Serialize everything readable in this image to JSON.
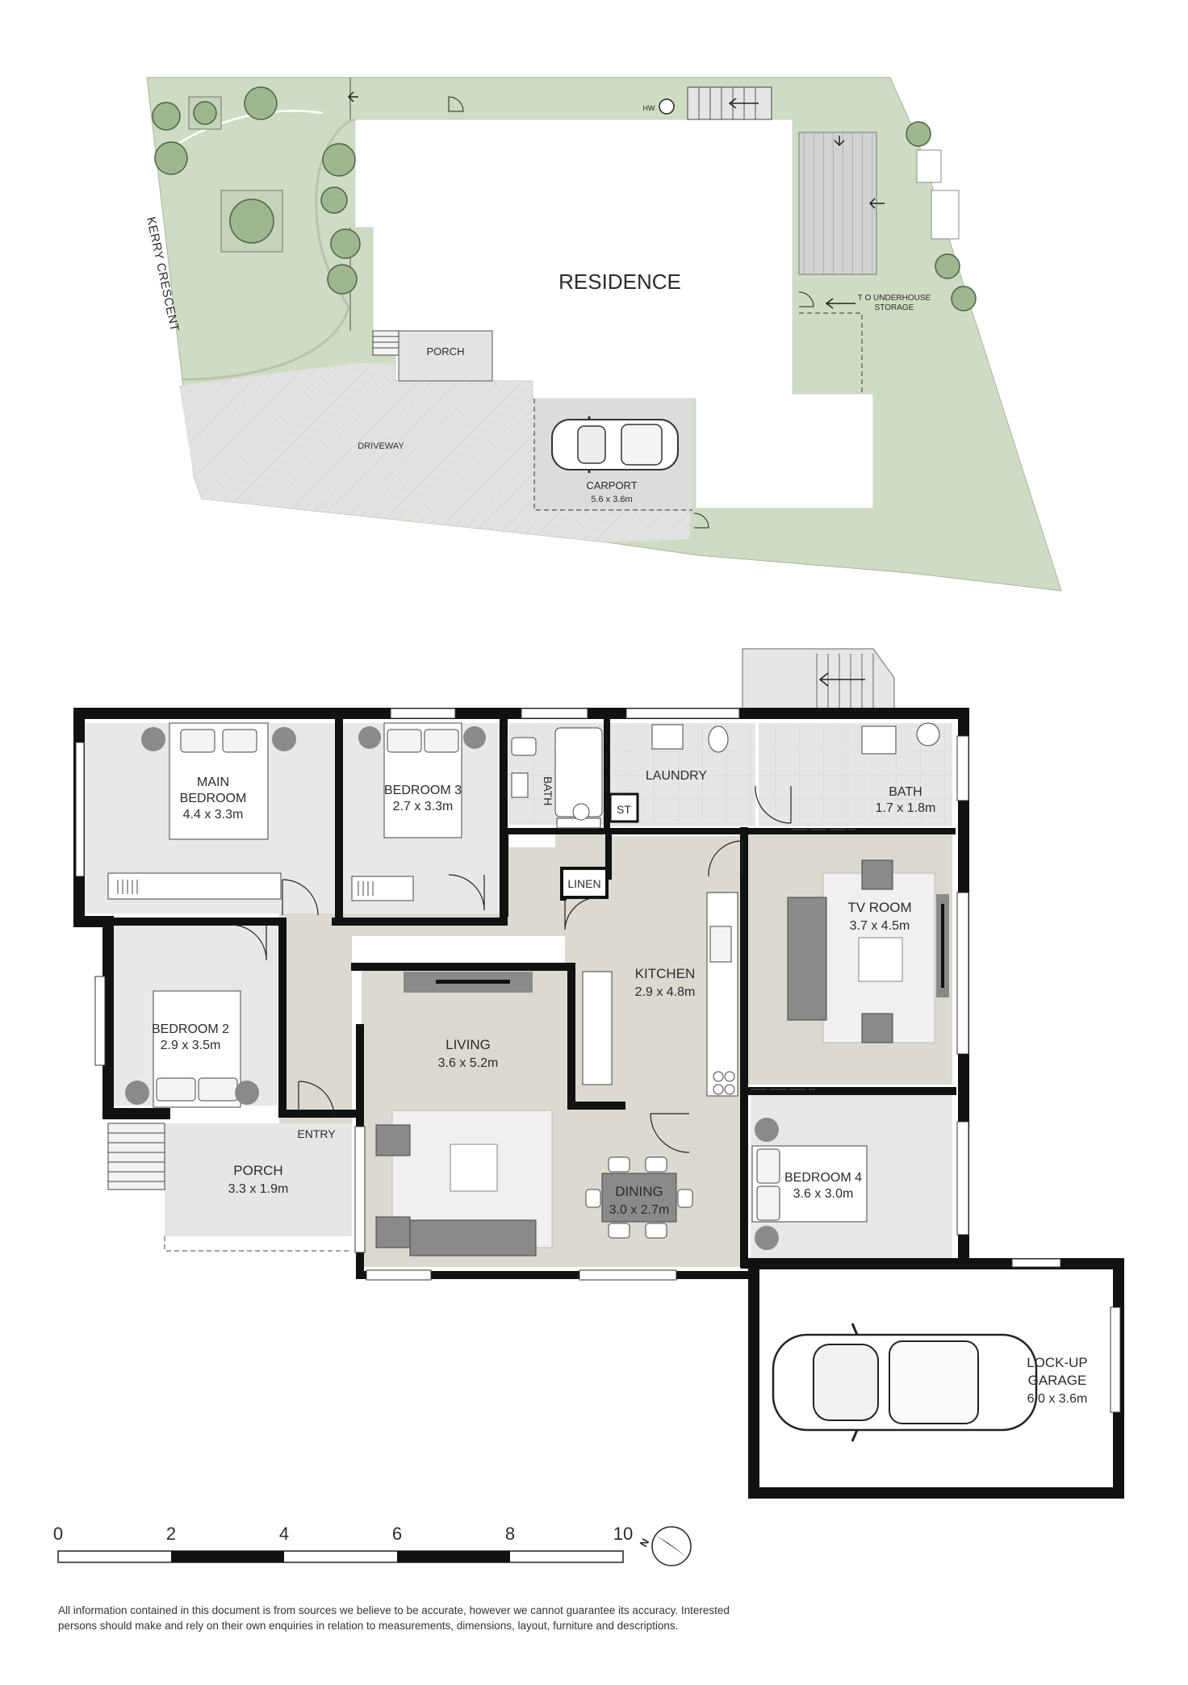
{
  "site": {
    "street": "KERRY CRESCENT",
    "residence": "RESIDENCE",
    "porch": "PORCH",
    "driveway": "DRIVEWAY",
    "carport": "CARPORT",
    "carport_size": "5.6 x 3.6m",
    "hw": "HW",
    "storage_1": "T O UNDERHOUSE",
    "storage_2": "STORAGE"
  },
  "rooms": {
    "main_bedroom": {
      "name1": "MAIN",
      "name2": "BEDROOM",
      "size": "4.4 x 3.3m"
    },
    "bedroom3": {
      "name": "BEDROOM 3",
      "size": "2.7 x 3.3m"
    },
    "bath_small": {
      "name": "BATH"
    },
    "laundry": {
      "name": "LAUNDRY"
    },
    "st": {
      "name": "ST"
    },
    "bath": {
      "name": "BATH",
      "size": "1.7 x 1.8m"
    },
    "linen": {
      "name": "LINEN"
    },
    "kitchen": {
      "name": "KITCHEN",
      "size": "2.9 x 4.8m"
    },
    "tv_room": {
      "name": "TV ROOM",
      "size": "3.7 x 4.5m"
    },
    "bedroom2": {
      "name": "BEDROOM 2",
      "size": "2.9 x 3.5m"
    },
    "living": {
      "name": "LIVING",
      "size": "3.6 x 5.2m"
    },
    "entry": {
      "name": "ENTRY"
    },
    "porch": {
      "name": "PORCH",
      "size": "3.3 x 1.9m"
    },
    "dining": {
      "name": "DINING",
      "size": "3.0 x 2.7m"
    },
    "bedroom4": {
      "name": "BEDROOM 4",
      "size": "3.6 x 3.0m"
    },
    "garage": {
      "name1": "LOCK-UP",
      "name2": "GARAGE",
      "size": "6.0 x 3.6m"
    }
  },
  "scale": {
    "labels": [
      "0",
      "2",
      "4",
      "6",
      "8",
      "10"
    ],
    "north": "N"
  },
  "disclaimer": {
    "line1": "All information contained in this document is from sources we believe to be accurate, however we cannot guarantee its accuracy. Interested",
    "line2": "persons should make and rely on their own enquiries in relation to measurements, dimensions, layout, furniture and descriptions."
  },
  "colors": {
    "lawn": "#cfdcc4",
    "paving": "#e2e2e2",
    "room": "#eaeaea",
    "circulation": "#dcd9d0",
    "wall": "#111111",
    "furniture": "#8a8a8a"
  }
}
